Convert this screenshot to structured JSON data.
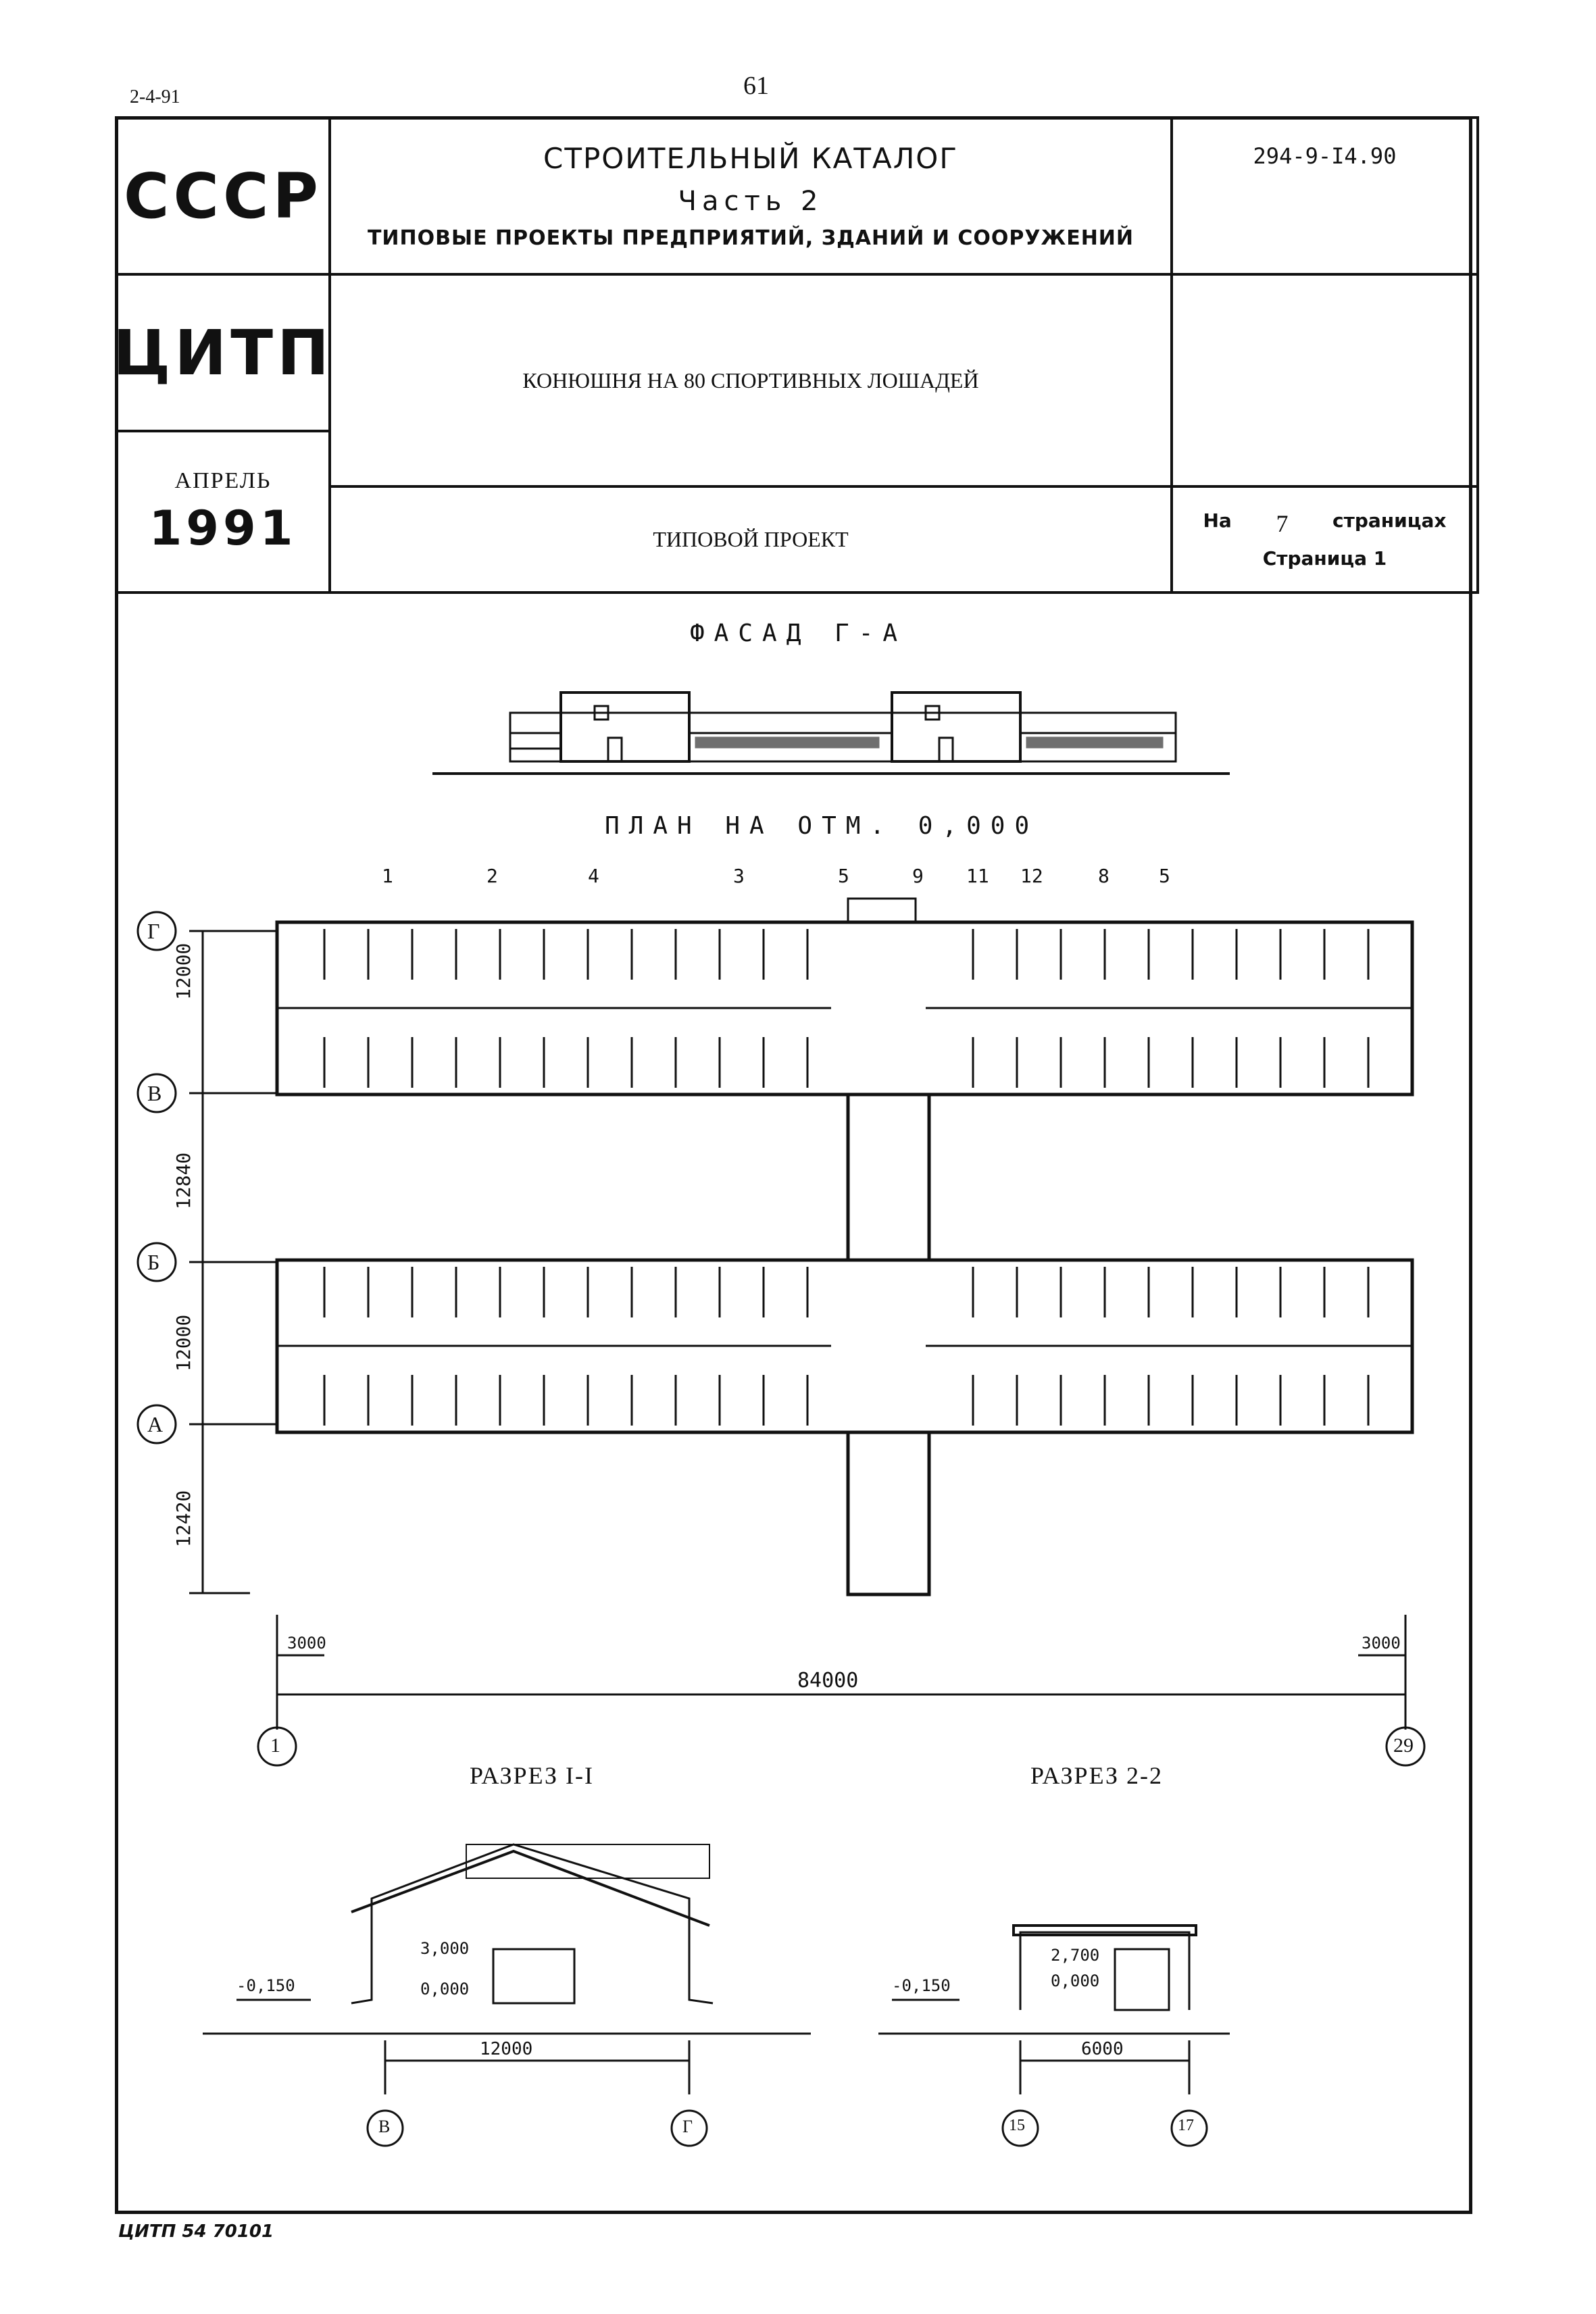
{
  "corner_code": "2-4-91",
  "page_number": "61",
  "header": {
    "country": "СССР",
    "agency": "ЦИТП",
    "month": "АПРЕЛЬ",
    "year": "1991",
    "catalog_title": "СТРОИТЕЛЬНЫЙ КАТАЛОГ",
    "part": "Часть 2",
    "catalog_subtitle": "ТИПОВЫЕ ПРОЕКТЫ ПРЕДПРИЯТИЙ, ЗДАНИЙ И СООРУЖЕНИЙ",
    "project_code": "294-9-I4.90",
    "project_name": "КОНЮШНЯ НА 80 СПОРТИВНЫХ ЛОШАДЕЙ",
    "project_type": "ТИПОВОЙ ПРОЕКТ",
    "pages_prefix": "На",
    "pages_count": "7",
    "pages_suffix": "страницах",
    "page_label": "Страница 1"
  },
  "drawing": {
    "facade_title": "ФАСАД Г-А",
    "plan_title": "ПЛАН НА ОТМ. 0,000",
    "section1_title": "РАЗРЕЗ I-I",
    "section2_title": "РАЗРЕЗ 2-2",
    "axes_left": [
      "Г",
      "В",
      "Б",
      "А"
    ],
    "dims_left": [
      "12000",
      "12840",
      "12000",
      "12420"
    ],
    "dim_bottom_total": "84000",
    "dim_bottom_left": "3000",
    "dim_bottom_right": "3000",
    "axis_bottom_left": "1",
    "axis_bottom_right": "29",
    "callouts_top": [
      "1",
      "2",
      "4",
      "3",
      "5",
      "9",
      "11",
      "12",
      "8",
      "5"
    ],
    "section1": {
      "level_top": "3,000",
      "level_floor": "0,000",
      "level_ground": "-0,150",
      "span": "12000",
      "axis_left": "В",
      "axis_right": "Г"
    },
    "section2": {
      "level_top": "2,700",
      "level_floor": "0,000",
      "level_ground": "-0,150",
      "span": "6000",
      "axis_left": "15",
      "axis_right": "17"
    }
  },
  "footer": "ЦИТП 54 70101"
}
